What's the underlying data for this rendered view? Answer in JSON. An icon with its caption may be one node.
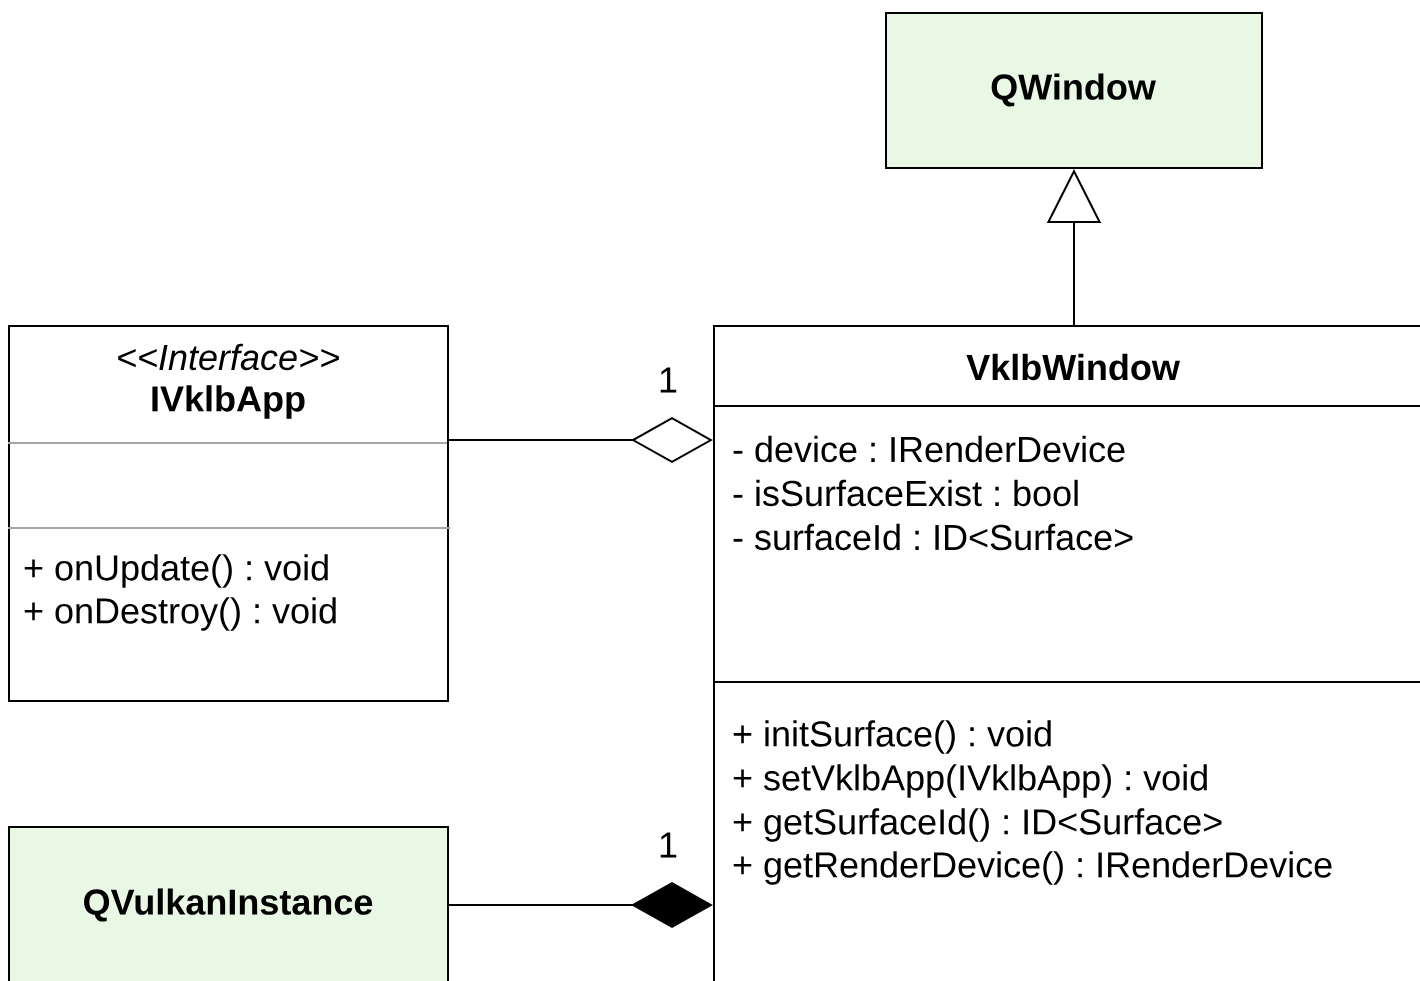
{
  "diagram": {
    "nodes": [
      {
        "text": [
          "QWindow"
        ]
      },
      {
        "text": [
          "<<Interface>>",
          "IVklbApp",
          "+ onUpdate() : void",
          "+ onDestroy() : void"
        ]
      },
      {
        "text": [
          "VklbWindow",
          "- device : IRenderDevice",
          "- isSurfaceExist : bool",
          "- surfaceId : ID<Surface>",
          "+ initSurface() : void",
          "+ setVklbApp(IVklbApp) : void",
          "+ getSurfaceId() : ID<Surface>",
          "+ getRenderDevice() : IRenderDevice"
        ]
      },
      {
        "text": [
          "QVulkanInstance"
        ]
      }
    ],
    "edges": [
      {
        "from": 2,
        "to": 0,
        "arrow": "to"
      },
      {
        "from": 1,
        "to": 2,
        "arrow": "other",
        "label": "1"
      },
      {
        "from": 3,
        "to": 2,
        "arrow": "other",
        "label": "1"
      }
    ]
  }
}
